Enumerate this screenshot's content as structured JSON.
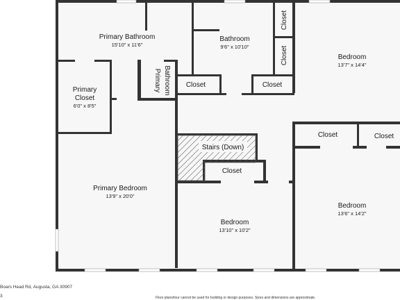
{
  "rooms": {
    "primary_bathroom": {
      "name": "Primary Bathroom",
      "dims": "15'10\" x 11'6\""
    },
    "bathroom": {
      "name": "Bathroom",
      "dims": "9'6\" x 10'10\""
    },
    "bedroom_top_right": {
      "name": "Bedroom",
      "dims": "13'7\" x 14'4\""
    },
    "primary_closet": {
      "line1": "Primary",
      "line2": "Closet",
      "dims": "6'0\" x 8'5\""
    },
    "primary_bathroom_small": {
      "line1": "Primary",
      "line2": "Bathroom"
    },
    "closet_a": {
      "name": "Closet"
    },
    "closet_b": {
      "name": "Closet"
    },
    "closet_c": {
      "name": "Closet"
    },
    "closet_d": {
      "name": "Closet"
    },
    "closet_e": {
      "name": "Closet"
    },
    "closet_f": {
      "name": "Closet"
    },
    "closet_g": {
      "name": "Closet"
    },
    "stairs": {
      "name": "Stairs (Down)"
    },
    "primary_bedroom": {
      "name": "Primary Bedroom",
      "dims": "13'9\" x 20'0\""
    },
    "bedroom_bottom_center": {
      "name": "Bedroom",
      "dims": "13'10\" x 10'2\""
    },
    "bedroom_bottom_right": {
      "name": "Bedroom",
      "dims": "13'6\" x 14'2\""
    }
  },
  "footer": {
    "address": "Boars Head Rd, Augusta, GA 30907",
    "page": "3",
    "disclaimer": "Floor plans/tour cannot be used for building or design purposes. Sizes and dimensions are approximate."
  }
}
